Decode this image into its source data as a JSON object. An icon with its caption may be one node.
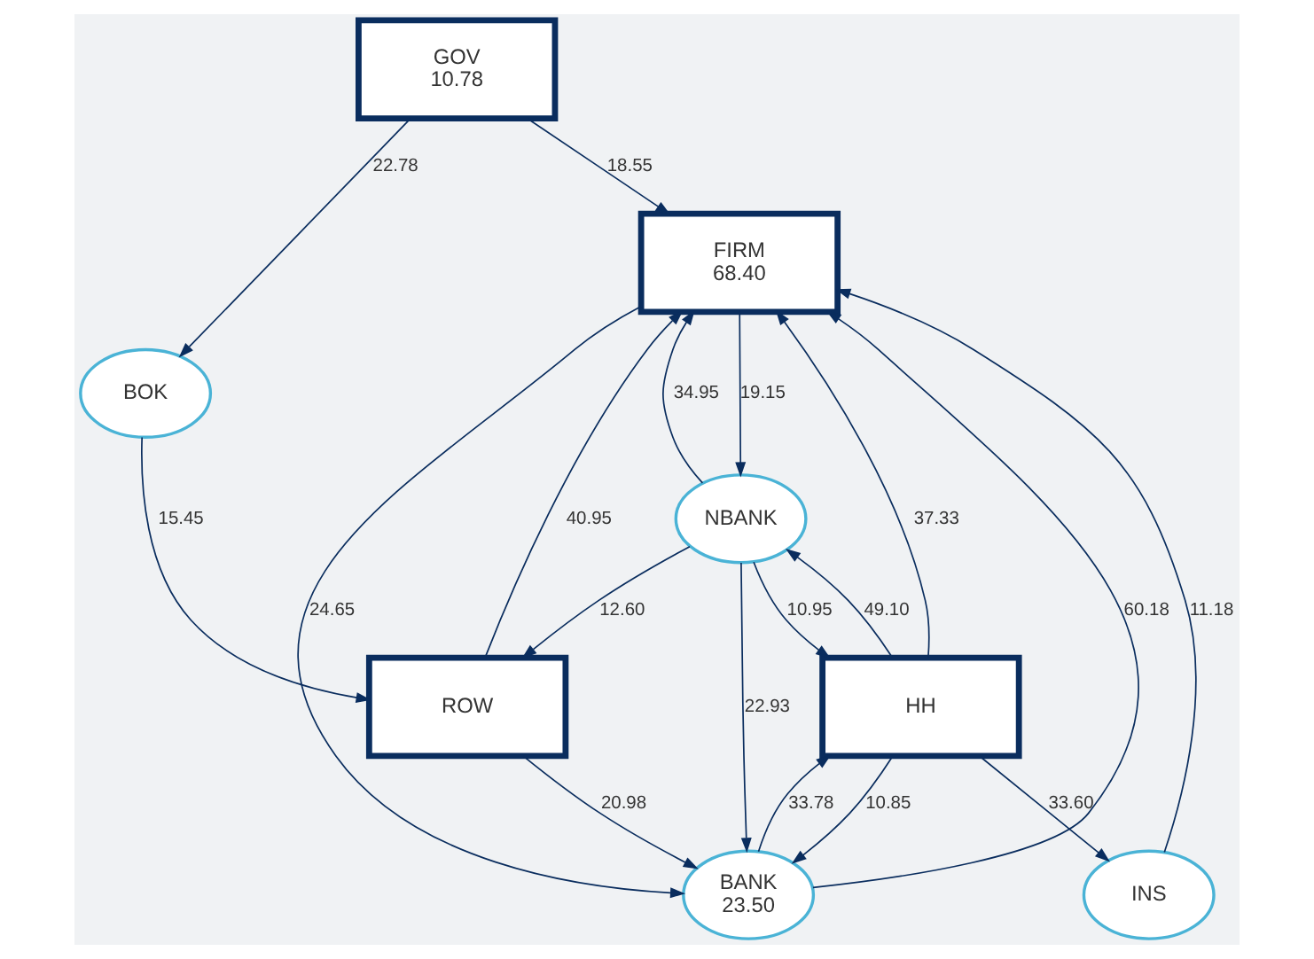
{
  "diagram": {
    "nodes": [
      {
        "text": [
          "GOV",
          "10.78"
        ]
      },
      {
        "text": [
          "FIRM",
          "68.40"
        ]
      },
      {
        "text": [
          "BOK"
        ]
      },
      {
        "text": [
          "NBANK"
        ]
      },
      {
        "text": [
          "BANK",
          "23.50"
        ]
      },
      {
        "text": [
          "INS"
        ]
      },
      {
        "text": [
          "ROW"
        ]
      },
      {
        "text": [
          "HH"
        ]
      }
    ],
    "edges": [
      {
        "from": 6,
        "to": 1,
        "arrow": "to",
        "label": "40.95"
      },
      {
        "from": 0,
        "to": 1,
        "arrow": "to",
        "label": "18.55"
      },
      {
        "from": 3,
        "to": 1,
        "arrow": "to",
        "label": "34.95"
      },
      {
        "from": 1,
        "to": 3,
        "arrow": "to",
        "label": "19.15"
      },
      {
        "from": 5,
        "to": 1,
        "arrow": "to",
        "label": "11.18"
      },
      {
        "from": 4,
        "to": 1,
        "arrow": "to",
        "label": "60.18"
      },
      {
        "from": 1,
        "to": 4,
        "arrow": "to",
        "label": "24.65"
      },
      {
        "from": 7,
        "to": 1,
        "arrow": "to",
        "label": "37.33"
      },
      {
        "from": 0,
        "to": 2,
        "arrow": "to",
        "label": "22.78"
      },
      {
        "from": 2,
        "to": 6,
        "arrow": "to",
        "label": "15.45"
      },
      {
        "from": 3,
        "to": 6,
        "arrow": "to",
        "label": "12.60"
      },
      {
        "from": 3,
        "to": 4,
        "arrow": "to",
        "label": "22.93"
      },
      {
        "from": 7,
        "to": 3,
        "arrow": "to",
        "label": "49.10"
      },
      {
        "from": 3,
        "to": 7,
        "arrow": "to",
        "label": "10.95"
      },
      {
        "from": 7,
        "to": 4,
        "arrow": "to",
        "label": "10.85"
      },
      {
        "from": 4,
        "to": 7,
        "arrow": "to",
        "label": "33.78"
      },
      {
        "from": 7,
        "to": 5,
        "arrow": "to",
        "label": "33.60"
      },
      {
        "from": 6,
        "to": 4,
        "arrow": "to",
        "label": "20.98"
      }
    ]
  }
}
